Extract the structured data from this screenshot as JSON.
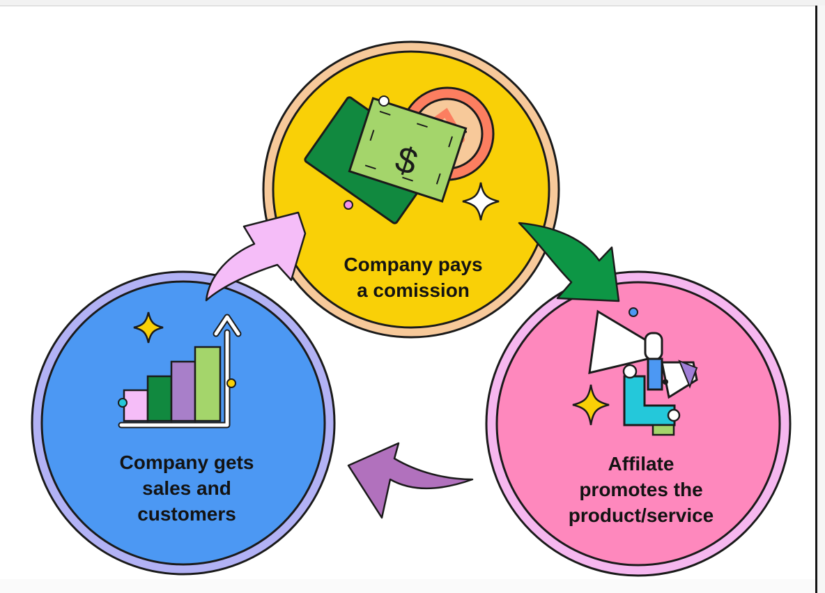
{
  "steps": [
    {
      "label": "Company pays\na comission",
      "color": "#f9d007",
      "ring_color": "#f7c99a"
    },
    {
      "label": "Affilate\npromotes the\nproduct/service",
      "color": "#fe88bd",
      "ring_color": "#f6b7ef"
    },
    {
      "label": "Company gets\nsales and\ncustomers",
      "color": "#4c98f3",
      "ring_color": "#b2b2f5"
    }
  ],
  "arrows": [
    {
      "from": "Company pays a comission",
      "to": "Affilate promotes the product/service",
      "color": "#0d9645"
    },
    {
      "from": "Affilate promotes the product/service",
      "to": "Company gets sales and customers",
      "color": "#b171bd"
    },
    {
      "from": "Company gets sales and customers",
      "to": "Company pays a comission",
      "color": "#f5bdf8"
    }
  ],
  "icons": {
    "commission": "money-and-coin-icon",
    "promotion": "megaphone-person-icon",
    "sales": "growth-bar-chart-icon"
  }
}
